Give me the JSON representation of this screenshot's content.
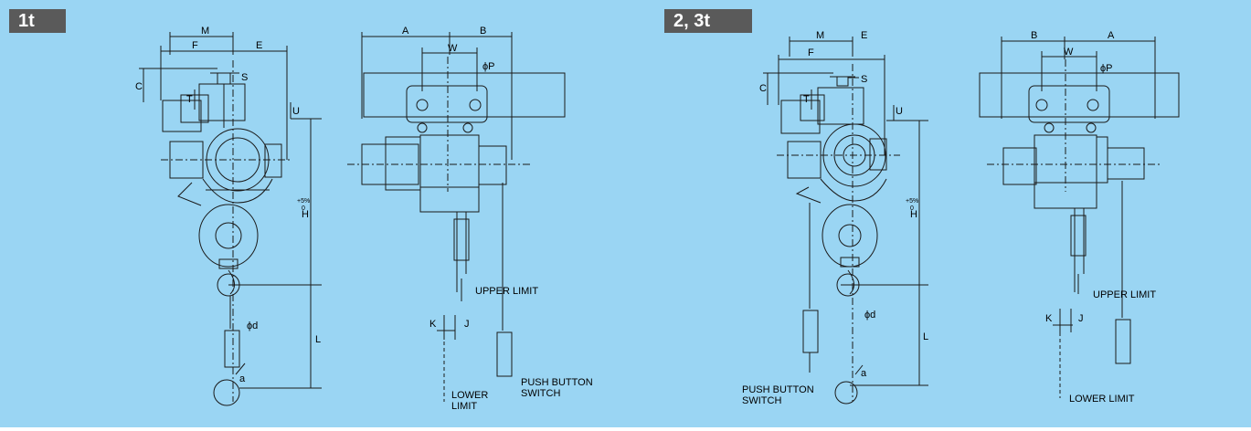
{
  "colors": {
    "background": "#9ad5f3",
    "badge_bg": "#5a5a5a",
    "badge_text": "#ffffff",
    "line": "#1a1a1a"
  },
  "badges": {
    "left": "1t",
    "right": "2, 3t"
  },
  "side_view_1t": {
    "dims": {
      "M": "M",
      "F": "F",
      "E": "E",
      "S": "S",
      "C": "C",
      "T": "T",
      "U": "U",
      "H": "H",
      "H_tol": "+5%",
      "H_tol0": "0",
      "L": "L",
      "d": "ϕd",
      "a": "a"
    }
  },
  "front_view_1t": {
    "dims": {
      "A": "A",
      "B": "B",
      "W": "W",
      "P": "ϕP",
      "K": "K",
      "J": "J"
    },
    "upper_limit": "UPPER LIMIT",
    "lower_limit_1": "LOWER",
    "lower_limit_2": "LIMIT",
    "push_button_1": "PUSH BUTTON",
    "push_button_2": "SWITCH"
  },
  "side_view_23t": {
    "dims": {
      "M": "M",
      "F": "F",
      "E": "E",
      "S": "S",
      "C": "C",
      "T": "T",
      "U": "U",
      "H": "H",
      "H_tol": "+5%",
      "H_tol0": "0",
      "L": "L",
      "d": "ϕd",
      "a": "a"
    },
    "push_button_1": "PUSH BUTTON",
    "push_button_2": "SWITCH"
  },
  "front_view_23t": {
    "dims": {
      "A": "A",
      "B": "B",
      "W": "W",
      "P": "ϕP",
      "K": "K",
      "J": "J"
    },
    "upper_limit": "UPPER LIMIT",
    "lower_limit": "LOWER LIMIT"
  }
}
